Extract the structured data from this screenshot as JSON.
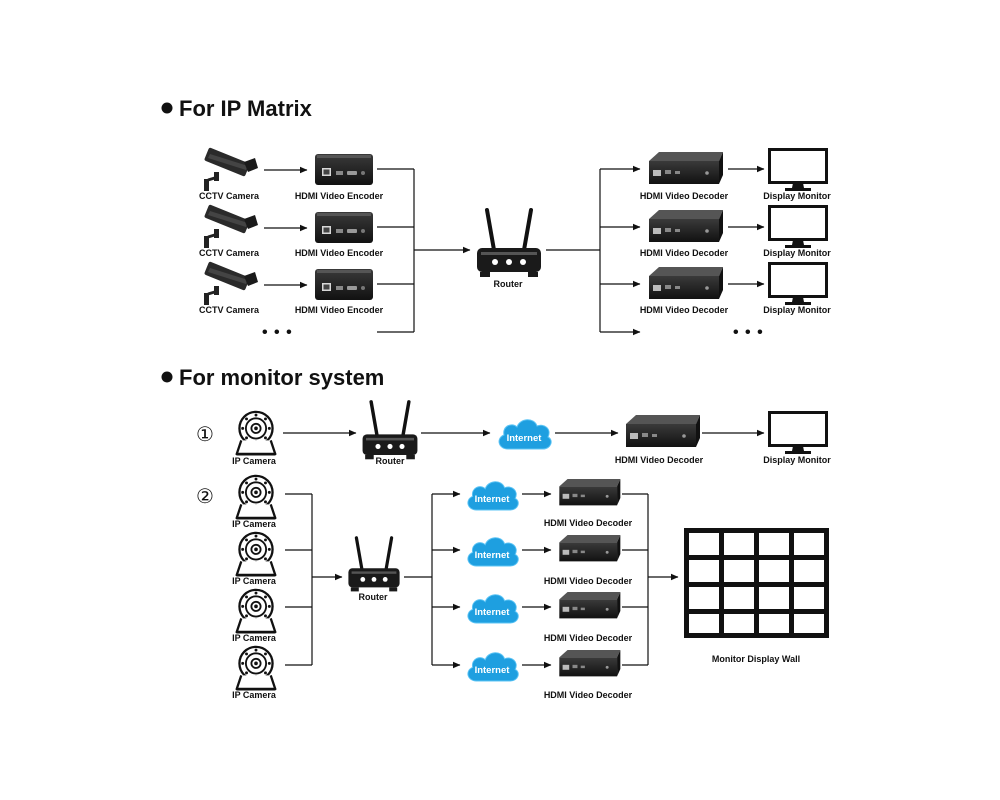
{
  "sections": {
    "ip_matrix": {
      "title": "For IP Matrix",
      "camera_label": "CCTV Camera",
      "encoder_label": "HDMI Video Encoder",
      "router_label": "Router",
      "decoder_label": "HDMI Video Decoder",
      "monitor_label": "Display Monitor",
      "ellipsis": "• • •"
    },
    "monitor_system": {
      "title": "For monitor system",
      "step1": {
        "number": "①",
        "camera_label": "IP Camera",
        "router_label": "Router",
        "cloud_label": "Internet",
        "decoder_label": "HDMI Video Decoder",
        "monitor_label": "Display Monitor"
      },
      "step2": {
        "number": "②",
        "camera_label": "IP Camera",
        "router_label": "Router",
        "cloud_label": "Internet",
        "decoder_label": "HDMI Video Decoder",
        "wall_label": "Monitor Display Wall"
      }
    }
  },
  "colors": {
    "line": "#111111",
    "device": "#1c1c1c",
    "cloud": "#1e9fe0"
  }
}
